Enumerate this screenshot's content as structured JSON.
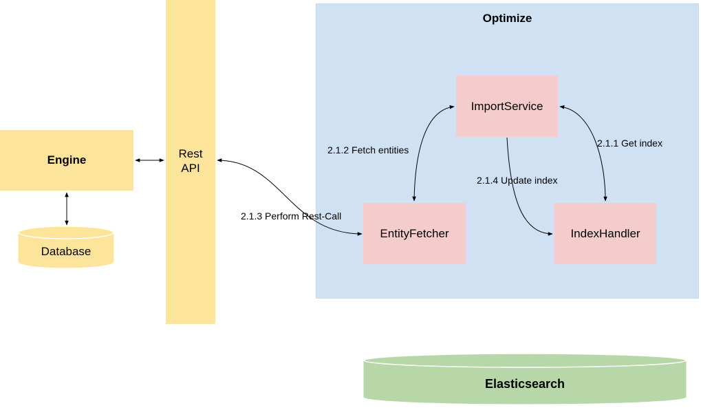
{
  "nodes": {
    "engine": "Engine",
    "database": "Database",
    "rest_api_line1": "Rest",
    "rest_api_line2": "API",
    "optimize": "Optimize",
    "import_service": "ImportService",
    "entity_fetcher": "EntityFetcher",
    "index_handler": "IndexHandler",
    "elasticsearch": "Elasticsearch"
  },
  "edges": {
    "fetch_entities": "2.1.2 Fetch entities",
    "get_index": "2.1.1 Get index",
    "update_index": "2.1.4 Update index",
    "perform_rest_call": "2.1.3 Perform Rest-Call"
  },
  "colors": {
    "yellow": "#fde49b",
    "pink": "#f4cccc",
    "blue": "#cfe1f3",
    "green": "#b7d7a8"
  }
}
